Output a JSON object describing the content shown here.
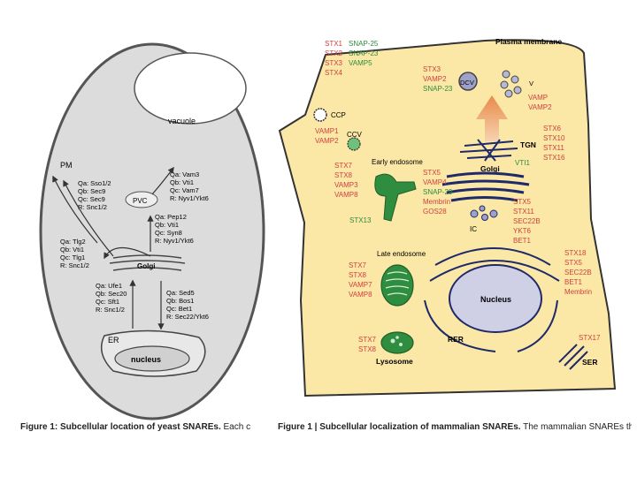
{
  "yeast": {
    "vacuole": "vacuole",
    "pm": "PM",
    "pvc": "PVC",
    "golgi": "Golgi",
    "er": "ER",
    "nucleus": "nucleus",
    "pm_set": [
      "Qa: Sso1/2",
      "Qb: Sec9",
      "Qc: Sec9",
      "R: Snc1/2"
    ],
    "vac_set": [
      "Qa: Vam3",
      "Qb: Vti1",
      "Qc: Vam7",
      "R: Nyv1/Ykt6"
    ],
    "pvc_set": [
      "Qa: Pep12",
      "Qb: Vti1",
      "Qc: Syn8",
      "R: Nyv1/Ykt6"
    ],
    "tlg_set": [
      "Qa: Tlg2",
      "Qb: Vti1",
      "Qc: Tlg1",
      "R: Snc1/2"
    ],
    "er_golgi_set": [
      "Qa: Ufe1",
      "Qb: Sec20",
      "Qc: Sft1",
      "R: Snc1/2"
    ],
    "golgi_er_set": [
      "Qa: Sed5",
      "Qb: Bos1",
      "Qc: Bet1",
      "R: Sec22/Ykt6"
    ]
  },
  "mammal": {
    "pm_snares": [
      {
        "red": "STX1",
        "green": "SNAP-25"
      },
      {
        "red": "STX2",
        "green": "SNAP-23"
      },
      {
        "red": "STX3",
        "green": "VAMP5"
      },
      {
        "red": "STX4",
        "green": ""
      }
    ],
    "pm_label": "Plasma membrane",
    "dcv_label": "DCV",
    "dcv_set": [
      "STX3",
      "VAMP2",
      "SNAP-23"
    ],
    "v_label": "V",
    "vamp_top": [
      "VAMP",
      "VAMP2"
    ],
    "ccp": "CCP",
    "ccv": "CCV",
    "ccv_set": [
      "VAMP1",
      "VAMP2"
    ],
    "early_endo": "Early endosome",
    "early_set": [
      "STX7",
      "STX8",
      "VAMP3",
      "VAMP8"
    ],
    "stx13": "STX13",
    "golgi": "Golgi",
    "tgn": "TGN",
    "vti1": "VTI1",
    "tgn_set": [
      "STX6",
      "STX10",
      "STX11",
      "STX16"
    ],
    "golgi_set": [
      "STX5",
      "VAMP4",
      "SNAP-29",
      "Membrin",
      "GOS28"
    ],
    "ic": "IC",
    "ic_set": [
      "STX5",
      "STX11",
      "SEC22B",
      "YKT6",
      "BET1"
    ],
    "late_endo": "Late endosome",
    "late_set": [
      "STX7",
      "STX8",
      "VAMP7",
      "VAMP8"
    ],
    "er_set": [
      "STX18",
      "STX5",
      "SEC22B",
      "BET1",
      "Membrin"
    ],
    "nucleus": "Nucleus",
    "rer": "RER",
    "ser": "SER",
    "stx17": "STX17",
    "lyso_set": [
      "STX7",
      "STX8"
    ],
    "lysosome": "Lysosome"
  },
  "captions": {
    "left_bold": "Figure 1: Subcellular location of yeast SNAREs.",
    "left_rest": " Each c",
    "right_bold": "Figure 1 | Subcellular localization of mammalian SNAREs.",
    "right_rest": " The mammalian SNAREs that"
  },
  "colors": {
    "red": "#d04040",
    "green": "#2e8b3e",
    "cell": "#fbe7a6",
    "yeast": "#dcdcdc"
  }
}
